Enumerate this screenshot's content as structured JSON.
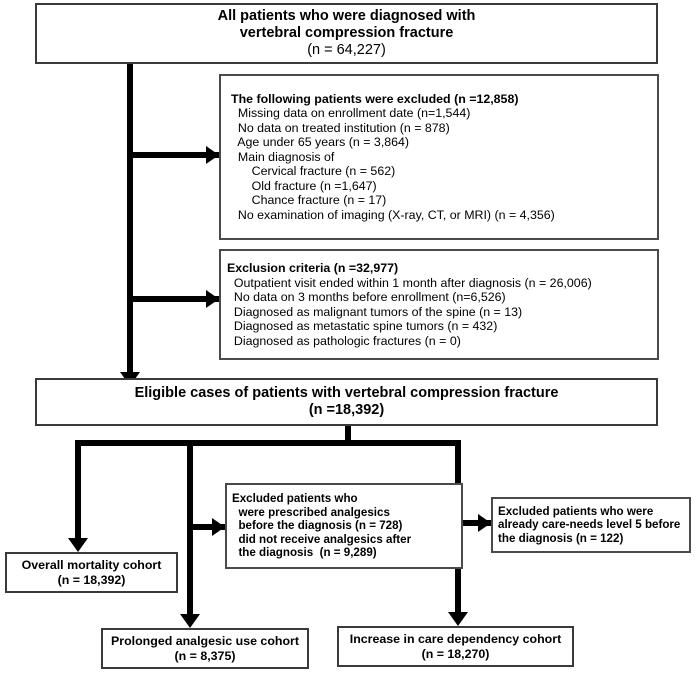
{
  "diagram": {
    "title": "Patient selection flow diagram for vertebral compression fracture cohorts",
    "colors": {
      "line": "#000000",
      "box_border": "#3a3a3a",
      "background": "#ffffff",
      "text": "#000000"
    }
  },
  "boxes": {
    "all_patients": {
      "name": "all-patients-box",
      "lines": [
        {
          "text": "All patients who were diagnosed with",
          "bold": true
        },
        {
          "text": "vertebral compression fracture",
          "bold": true
        },
        {
          "text": "(n = 64,227)",
          "bold": false
        }
      ]
    },
    "excluded_first": {
      "name": "first-exclusion-box",
      "lines": [
        {
          "text": "The following patients were excluded (n =12,858)",
          "bold": true
        },
        {
          "text": "  Missing data on enrollment date (n=1,544)",
          "bold": false
        },
        {
          "text": "  No data on treated institution (n = 878)",
          "bold": false
        },
        {
          "text": "  Age under 65 years (n = 3,864)",
          "bold": false
        },
        {
          "text": "  Main diagnosis of",
          "bold": false
        },
        {
          "text": "      Cervical fracture (n = 562)",
          "bold": false
        },
        {
          "text": "      Old fracture (n =1,647)",
          "bold": false
        },
        {
          "text": "      Chance fracture (n = 17)",
          "bold": false
        },
        {
          "text": "  No examination of imaging (X-ray, CT, or MRI) (n = 4,356)",
          "bold": false
        }
      ]
    },
    "exclusion_criteria": {
      "name": "exclusion-criteria-box",
      "lines": [
        {
          "text": "Exclusion criteria (n =32,977)",
          "bold": true
        },
        {
          "text": "  Outpatient visit ended within 1 month after diagnosis (n = 26,006)",
          "bold": false
        },
        {
          "text": "  No data on 3 months before enrollment (n=6,526)",
          "bold": false
        },
        {
          "text": "  Diagnosed as malignant tumors of the spine (n = 13)",
          "bold": false
        },
        {
          "text": "  Diagnosed as metastatic spine tumors (n = 432)",
          "bold": false
        },
        {
          "text": "  Diagnosed as pathologic fractures (n = 0)",
          "bold": false
        }
      ]
    },
    "eligible_cases": {
      "name": "eligible-cases-box",
      "lines": [
        {
          "text": "Eligible cases of patients with vertebral compression fracture",
          "bold": true
        },
        {
          "text": "(n =18,392)",
          "bold": true
        }
      ]
    },
    "excluded_analgesics": {
      "name": "excluded-analgesics-box",
      "lines": [
        {
          "text": "Excluded patients who",
          "bold": true
        },
        {
          "text": "  were prescribed analgesics",
          "bold": true
        },
        {
          "text": "  before the diagnosis (n = 728)",
          "bold": true
        },
        {
          "text": "  did not receive analgesics after",
          "bold": true
        },
        {
          "text": "  the diagnosis  (n = 9,289)",
          "bold": true
        }
      ]
    },
    "excluded_care_needs": {
      "name": "excluded-care-needs-box",
      "lines": [
        {
          "text": "Excluded patients who were",
          "bold": true
        },
        {
          "text": "already care-needs level 5 before",
          "bold": true
        },
        {
          "text": "the diagnosis (n = 122)",
          "bold": true
        }
      ]
    },
    "overall_mortality": {
      "name": "overall-mortality-cohort-box",
      "lines": [
        {
          "text": "Overall mortality cohort",
          "bold": true
        },
        {
          "text": "(n = 18,392)",
          "bold": true
        }
      ]
    },
    "prolonged_analgesic": {
      "name": "prolonged-analgesic-cohort-box",
      "lines": [
        {
          "text": "Prolonged analgesic use cohort",
          "bold": true
        },
        {
          "text": "(n = 8,375)",
          "bold": true
        }
      ]
    },
    "care_dependency": {
      "name": "care-dependency-cohort-box",
      "lines": [
        {
          "text": "Increase in care dependency cohort",
          "bold": true
        },
        {
          "text": "(n = 18,270)",
          "bold": true
        }
      ]
    }
  },
  "connectors": [
    {
      "name": "trunk-main-vertical",
      "type": "vertical"
    },
    {
      "name": "branch-to-first-exclusion",
      "type": "horizontal-arrow"
    },
    {
      "name": "branch-to-exclusion-criteria",
      "type": "horizontal-arrow"
    },
    {
      "name": "arrow-to-eligible-cases",
      "type": "vertical-arrow"
    },
    {
      "name": "eligible-stem-down",
      "type": "vertical"
    },
    {
      "name": "split-bus-horizontal",
      "type": "horizontal"
    },
    {
      "name": "drop-to-overall-mortality",
      "type": "vertical-arrow"
    },
    {
      "name": "drop-to-prolonged-analgesic",
      "type": "vertical-arrow"
    },
    {
      "name": "drop-to-care-dependency",
      "type": "vertical-arrow"
    },
    {
      "name": "branch-to-excluded-analgesics",
      "type": "horizontal-arrow"
    },
    {
      "name": "branch-to-excluded-care-needs",
      "type": "horizontal-arrow"
    }
  ]
}
